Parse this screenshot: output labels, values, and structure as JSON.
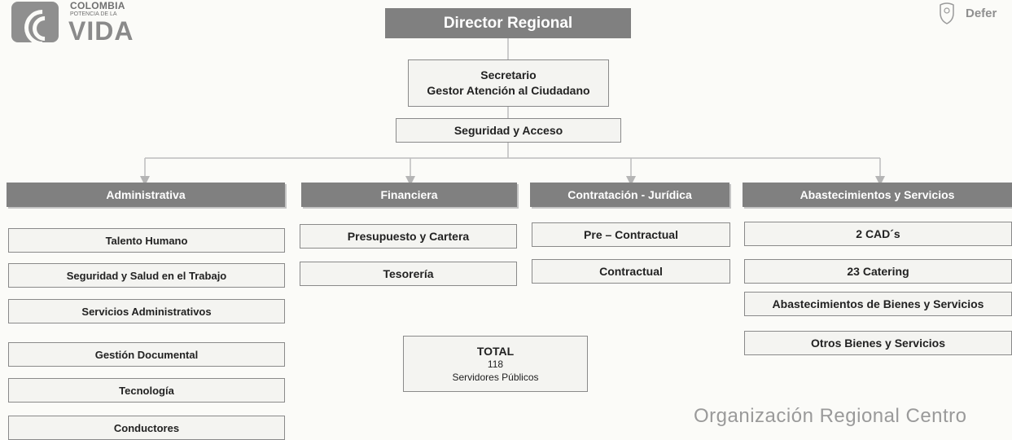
{
  "logo": {
    "line1": "COLOMBIA",
    "line2": "POTENCIA DE LA",
    "line3": "VIDA"
  },
  "seal_text": "Defer",
  "director": "Director Regional",
  "secretario": {
    "line1": "Secretario",
    "line2": "Gestor Atención al Ciudadano"
  },
  "seguridad": "Seguridad y Acceso",
  "areas": [
    {
      "title": "Administrativa",
      "items": [
        "Talento Humano",
        "Seguridad y Salud en el Trabajo",
        "Servicios Administrativos",
        "Gestión Documental",
        "Tecnología",
        "Conductores"
      ]
    },
    {
      "title": "Financiera",
      "items": [
        "Presupuesto y Cartera",
        "Tesorería"
      ]
    },
    {
      "title": "Contratación - Jurídica",
      "items": [
        "Pre – Contractual",
        "Contractual"
      ]
    },
    {
      "title": "Abastecimientos y Servicios",
      "items": [
        "2 CAD´s",
        "23 Catering",
        "Abastecimientos de Bienes y Servicios",
        "Otros Bienes y Servicios"
      ]
    }
  ],
  "total": {
    "label": "TOTAL",
    "count": "118",
    "unit": "Servidores Públicos"
  },
  "footer": "Organización Regional Centro"
}
